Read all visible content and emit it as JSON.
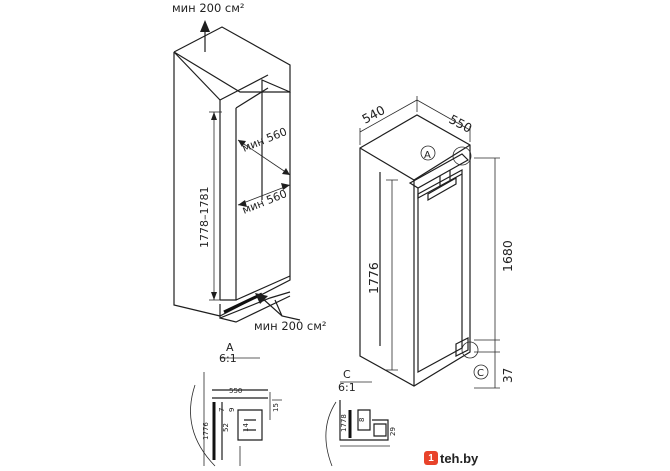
{
  "labels": {
    "vent_top": "мин 200 см²",
    "vent_bottom": "мин 200 см²",
    "niche_height": "1778–1781",
    "niche_depth_1": "мин 560",
    "niche_depth_2": "мин 560",
    "unit_width": "540",
    "unit_depth": "550",
    "unit_height_total": "1776",
    "unit_height_door": "1680",
    "bottom_gap": "37",
    "marker_a": "A",
    "marker_c": "C"
  },
  "detail_a": {
    "title": "A",
    "scale": "6:1",
    "dims": [
      "550",
      "7",
      "9",
      "15",
      "1776",
      "52",
      "14"
    ]
  },
  "detail_c": {
    "title": "C",
    "scale": "6:1",
    "dims": [
      "1778",
      "8",
      "29"
    ]
  },
  "watermark": {
    "badge": "1",
    "text": "teh.by"
  }
}
